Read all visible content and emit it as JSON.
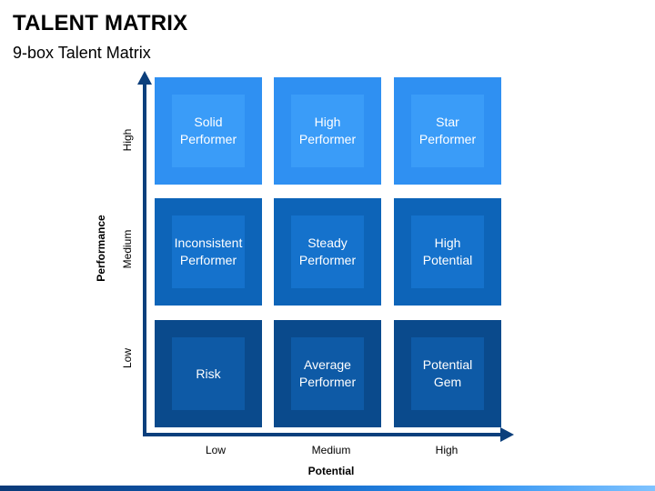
{
  "header": {
    "title": "TALENT MATRIX",
    "subtitle": "9-box Talent Matrix"
  },
  "axes": {
    "y_title": "Performance",
    "x_title": "Potential",
    "y_levels": [
      "High",
      "Medium",
      "Low"
    ],
    "x_levels": [
      "Low",
      "Medium",
      "High"
    ]
  },
  "cells": [
    {
      "label": "Solid\nPerformer",
      "color": "#2f90f2",
      "inner_color": "#3a9cf8"
    },
    {
      "label": "High\nPerformer",
      "color": "#2f90f2",
      "inner_color": "#3a9cf8"
    },
    {
      "label": "Star\nPerformer",
      "color": "#2f90f2",
      "inner_color": "#3a9cf8"
    },
    {
      "label": "Inconsistent\nPerformer",
      "color": "#0d64b8",
      "inner_color": "#1572cc"
    },
    {
      "label": "Steady\nPerformer",
      "color": "#0d64b8",
      "inner_color": "#1572cc"
    },
    {
      "label": "High\nPotential",
      "color": "#0d64b8",
      "inner_color": "#1572cc"
    },
    {
      "label": "Risk",
      "color": "#0a4a8c",
      "inner_color": "#0e5aa6"
    },
    {
      "label": "Average\nPerformer",
      "color": "#0a4a8c",
      "inner_color": "#0e5aa6"
    },
    {
      "label": "Potential\nGem",
      "color": "#0a4a8c",
      "inner_color": "#0e5aa6"
    }
  ],
  "colors": {
    "axis": "#0b3f7c"
  }
}
